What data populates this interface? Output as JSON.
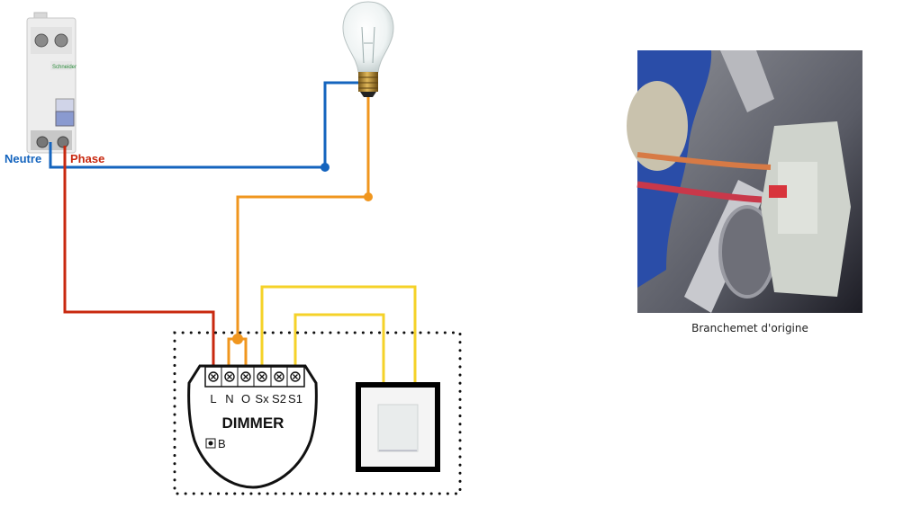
{
  "breaker": {
    "neutral_label": "Neutre",
    "phase_label": "Phase",
    "brand_text": "Schneider"
  },
  "dimmer": {
    "title": "DIMMER",
    "button_label": "B",
    "terminals": [
      "L",
      "N",
      "O",
      "Sx",
      "S2",
      "S1"
    ]
  },
  "photo": {
    "caption": "Branchemet d'origine"
  },
  "colors": {
    "neutral": "#1464be",
    "phase": "#c8280f",
    "load": "#f0961e",
    "switch": "#f5d228"
  }
}
